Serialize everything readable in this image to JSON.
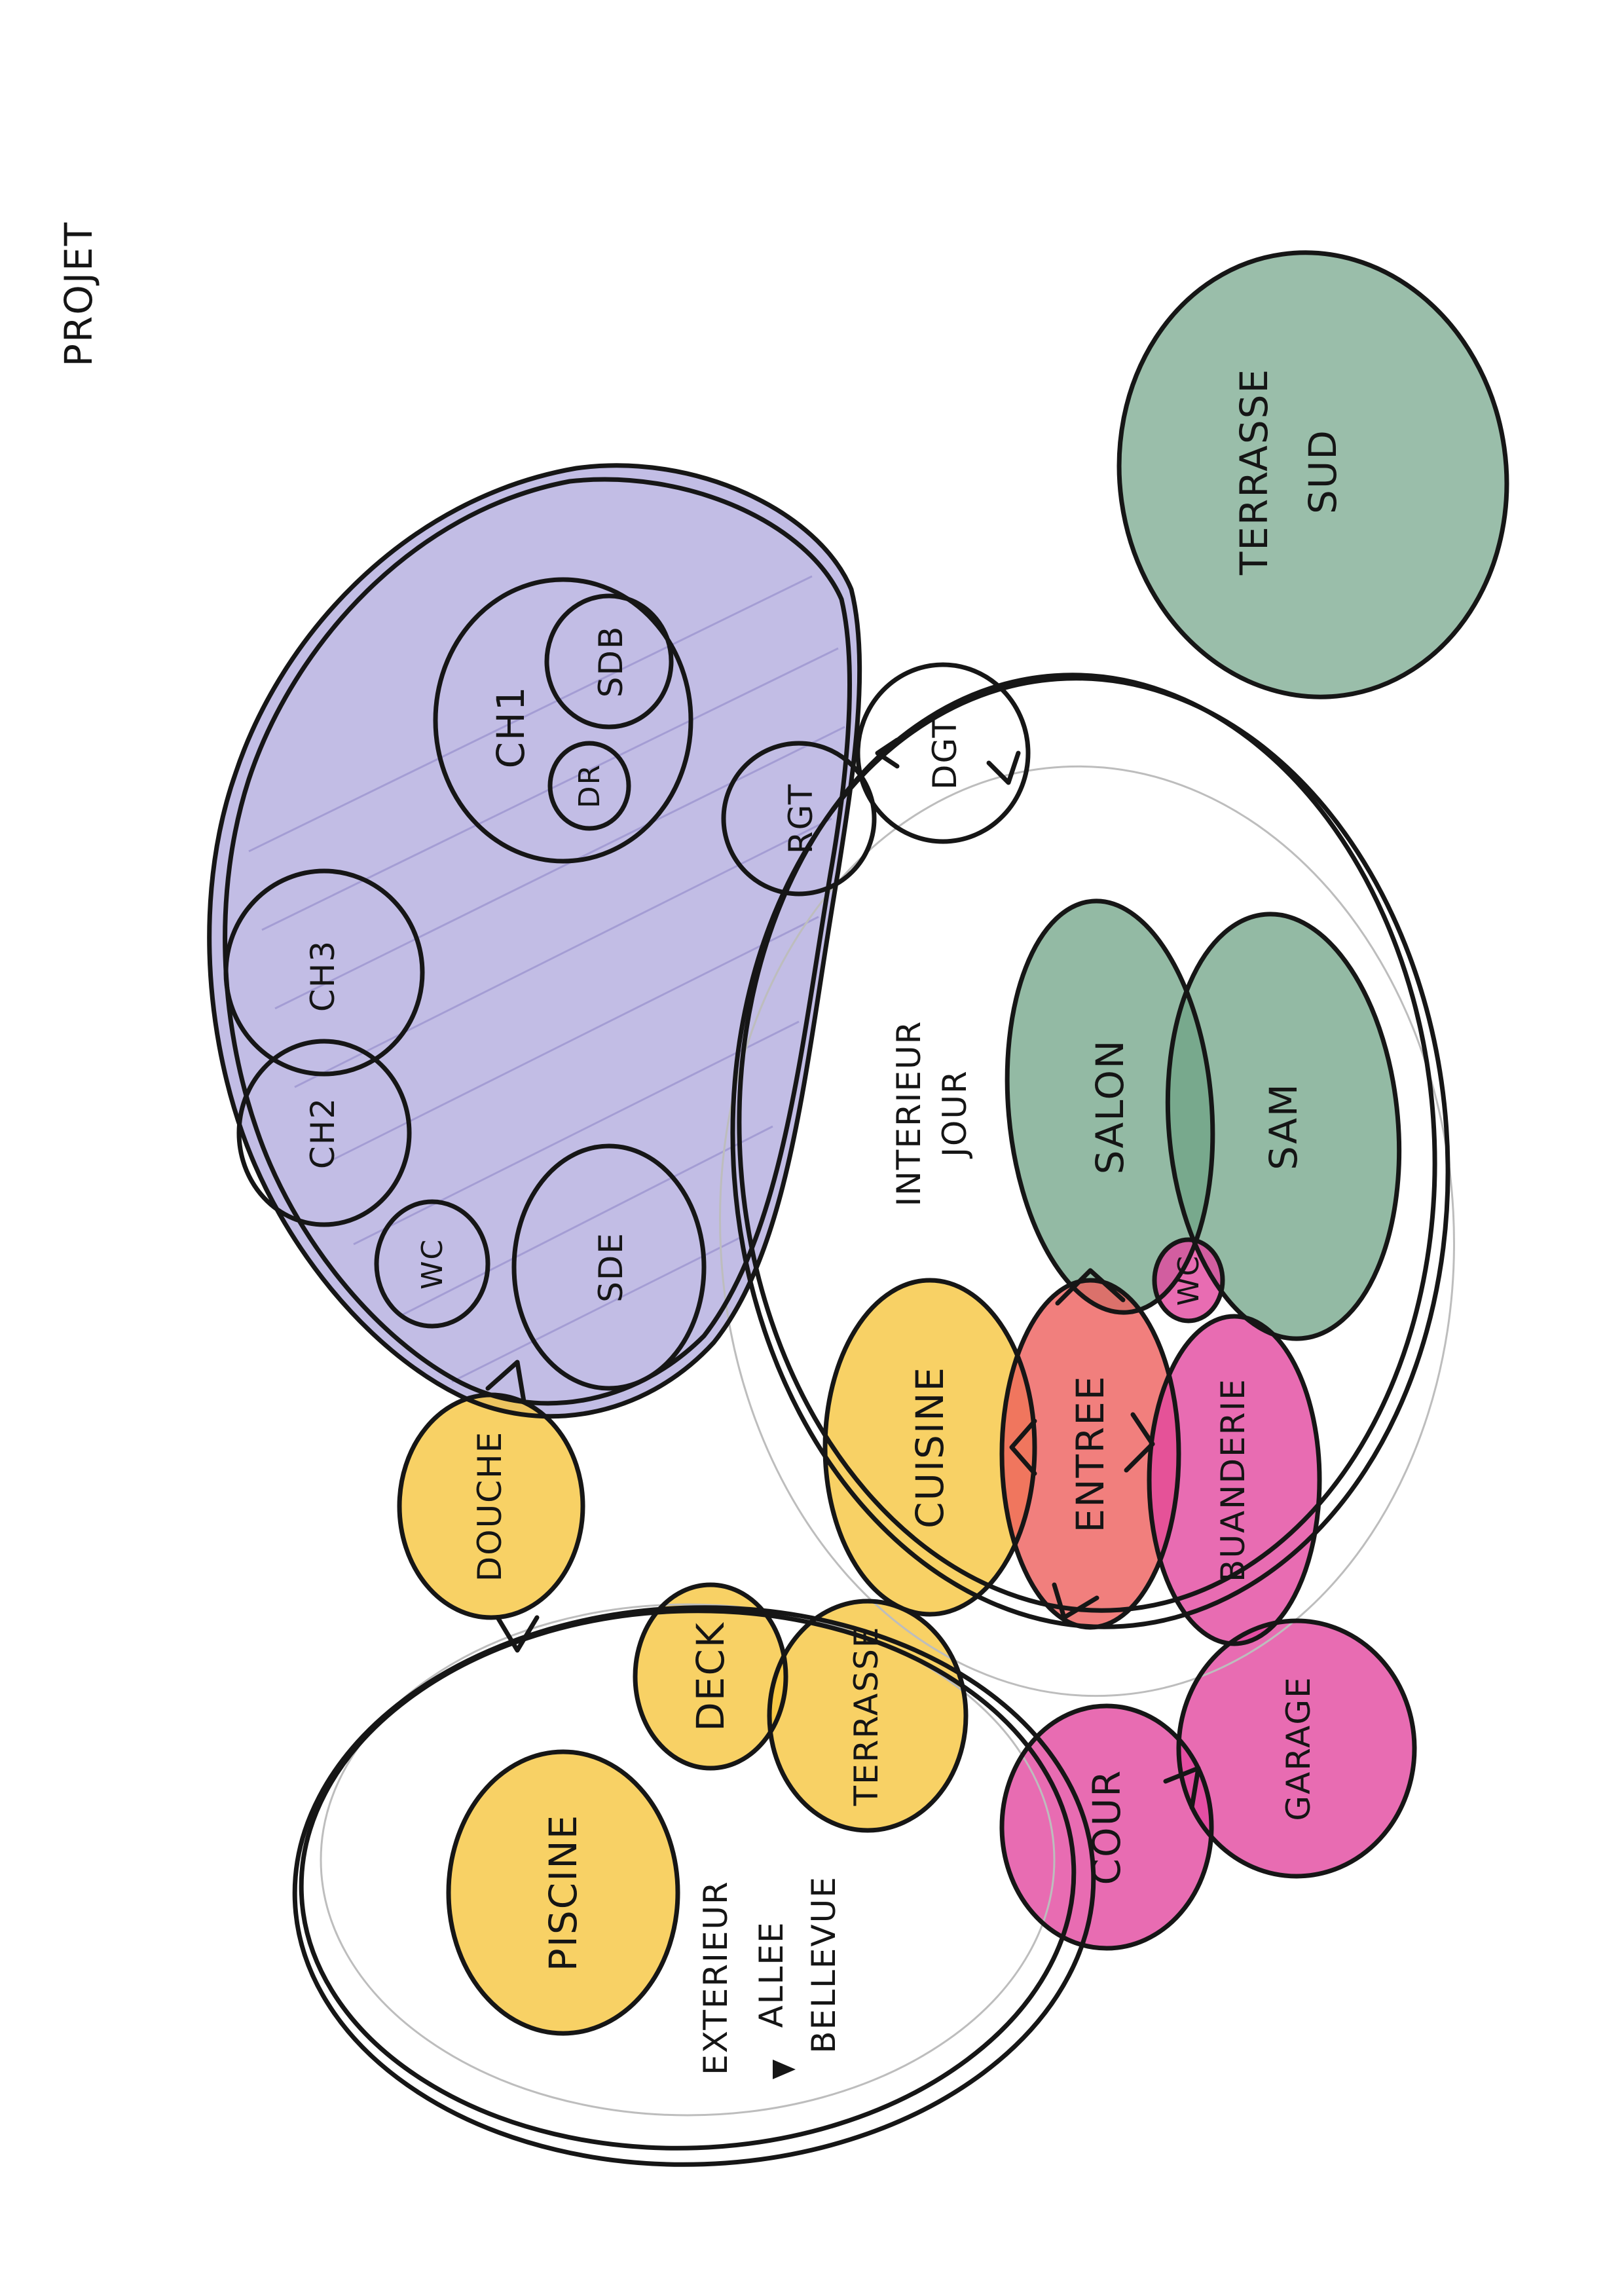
{
  "title": "PROJET",
  "colors": {
    "ink": "#161616",
    "purple": "#8f86cf",
    "green": "#6fa386",
    "yellow": "#f6c63e",
    "red": "#ee5f5c",
    "pink": "#e2479f",
    "faint_line": "#bdbdbd"
  },
  "zones": {
    "nuit": "",
    "interieur_jour": "INTERIEUR JOUR",
    "exterieur": "EXTERIEUR",
    "exterieur_acces_1": "ALLEE",
    "exterieur_acces_2": "BELLEVUE",
    "access_marker_icon": "triangle-marker-icon"
  },
  "rooms": {
    "terrasse_sud_1": "TERRASSE",
    "terrasse_sud_2": "SUD",
    "ch1": "CH1",
    "sdb": "SDB",
    "dr": "DR",
    "rgt": "RGT",
    "dgt": "DGT",
    "ch3": "CH3",
    "ch2": "CH2",
    "wc_nuit": "WC",
    "sde": "SDE",
    "salon": "SALON",
    "sam": "SAM",
    "wc_jour": "WC",
    "cuisine": "CUISINE",
    "entree": "ENTREE",
    "buanderie": "BUANDERIE",
    "douche": "DOUCHE",
    "deck": "DECK",
    "terrasse": "TERRASSE",
    "piscine": "PISCINE",
    "cour": "COUR",
    "garage": "GARAGE"
  }
}
